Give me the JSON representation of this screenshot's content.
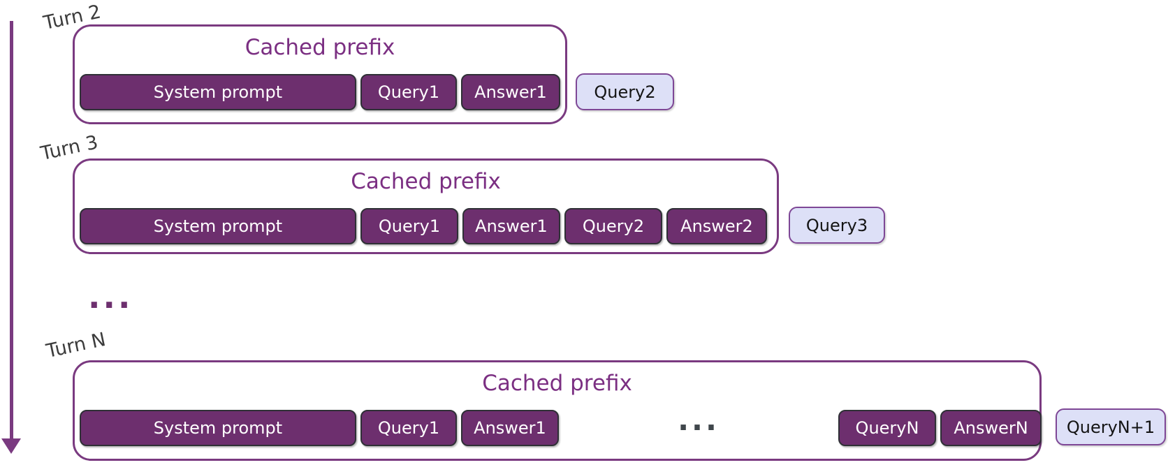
{
  "colors": {
    "box_border": "#7a3a80",
    "box_title_text": "#7b2f82",
    "cached_chip_fill": "#6d2f6e",
    "cached_chip_border": "#2f3036",
    "cached_chip_text": "#ffffff",
    "new_query_chip_fill": "#dde0f7",
    "new_query_chip_border": "#7e4796",
    "new_query_chip_text": "#141414",
    "timeline_arrow": "#7a3a80",
    "turn_label_text": "#3c3c3c",
    "omitted_tokens_ellipsis": "#3f464b",
    "omitted_turns_ellipsis": "#6d2f6e"
  },
  "flow": {
    "between_turns_ellipsis": "..."
  },
  "turns": [
    {
      "label": "Turn 2",
      "box_title": "Cached prefix",
      "cached_chips": [
        "System prompt",
        "Query1",
        "Answer1"
      ],
      "next_query": "Query2"
    },
    {
      "label": "Turn 3",
      "box_title": "Cached prefix",
      "cached_chips": [
        "System prompt",
        "Query1",
        "Answer1",
        "Query2",
        "Answer2"
      ],
      "next_query": "Query3"
    },
    {
      "label": "Turn N",
      "box_title": "Cached prefix",
      "cached_chips_left": [
        "System prompt",
        "Query1",
        "Answer1"
      ],
      "omitted_tokens_ellipsis": "...",
      "cached_chips_right": [
        "QueryN",
        "AnswerN"
      ],
      "next_query": "QueryN+1"
    }
  ]
}
